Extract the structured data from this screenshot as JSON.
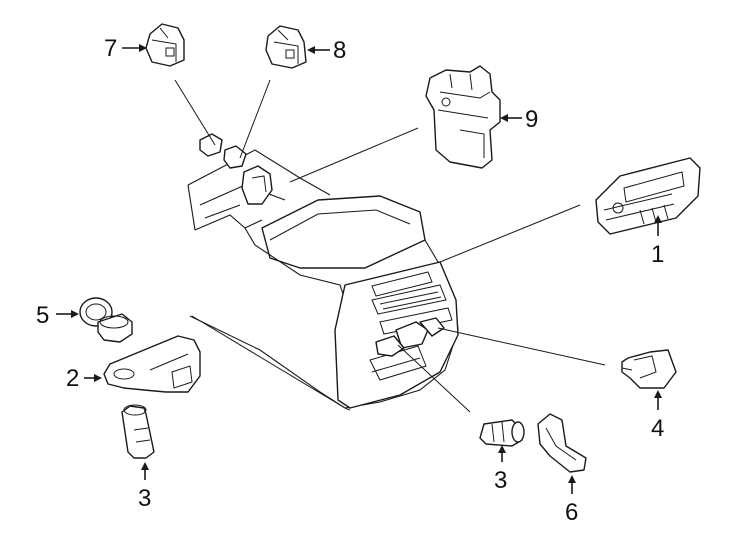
{
  "callouts": {
    "c1": "1",
    "c2": "2",
    "c3a": "3",
    "c3b": "3",
    "c4": "4",
    "c5": "5",
    "c6": "6",
    "c7": "7",
    "c8": "8",
    "c9": "9"
  },
  "colors": {
    "ink": "#1a1a1a",
    "paper": "#ffffff"
  }
}
